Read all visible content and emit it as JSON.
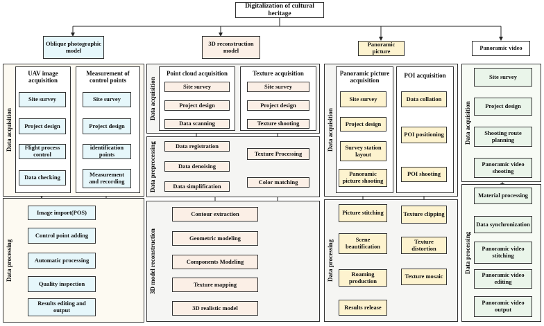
{
  "root": "Digitalization of cultural heritage",
  "col1": {
    "title": "Oblique photographic model",
    "acq_label": "Data acquisition",
    "proc_label": "Data processing",
    "uav": {
      "title": "UAV image acquisition",
      "steps": [
        "Site survey",
        "Project design",
        "Flight process control",
        "Data checking"
      ]
    },
    "ctrl": {
      "title": "Measurement of control points",
      "steps": [
        "Site survey",
        "Project design",
        "identification points",
        "Measurement and recording"
      ]
    },
    "proc_steps": [
      "Image import(POS)",
      "Control point adding",
      "Automatic processing",
      "Quality inspection",
      "Results editing and output"
    ]
  },
  "col2": {
    "title": "3D reconstruction model",
    "acq_label": "Data acquisition",
    "prep_label": "Data preprocessing",
    "recon_label": "3D model reconstruction",
    "pc": {
      "title": "Point cloud acquisition",
      "steps": [
        "Site survey",
        "Project design",
        "Data scanning"
      ]
    },
    "tex": {
      "title": "Texture acquisition",
      "steps": [
        "Site survey",
        "Project design",
        "Texture shooting"
      ]
    },
    "prep_left": [
      "Data registration",
      "Data denoising",
      "Data simplification"
    ],
    "prep_right": [
      "Texture Processing",
      "Color matching"
    ],
    "recon_steps": [
      "Contour extraction",
      "Geometric modeling",
      "Components Modeling",
      "Texture mapping",
      "3D realistic model"
    ]
  },
  "col3": {
    "title": "Panoramic picture",
    "acq_label": "Data acquisition",
    "proc_label": "Data processing",
    "pano": {
      "title": "Panoramic picture acquisition",
      "steps": [
        "Site survey",
        "Project design",
        "Survey station layout",
        "Panoramic picture shooting"
      ]
    },
    "poi": {
      "title": "POI acquisition",
      "steps": [
        "Data collation",
        "POI positioning",
        "POI shooting"
      ]
    },
    "proc_left": [
      "Picture stitching",
      "Scene beautification",
      "Roaming production",
      "Results release"
    ],
    "proc_right": [
      "Texture clipping",
      "Texture distortion",
      "Texture mosaic"
    ]
  },
  "col4": {
    "title": "Panoramic video",
    "acq_label": "Data acquisition",
    "proc_label": "Data processing",
    "acq_steps": [
      "Site survey",
      "Project design",
      "Shooting route planning",
      "Panoramic video shooting"
    ],
    "proc_steps": [
      "Material processing",
      "Data synchronization",
      "Panoramic video stitching",
      "Panoramic video editing",
      "Panoramic video output"
    ]
  },
  "colors": {
    "blue": "#e6f7fb",
    "peach": "#fbefe6",
    "yellow": "#fdf3cf",
    "green": "#eaf5ea"
  }
}
